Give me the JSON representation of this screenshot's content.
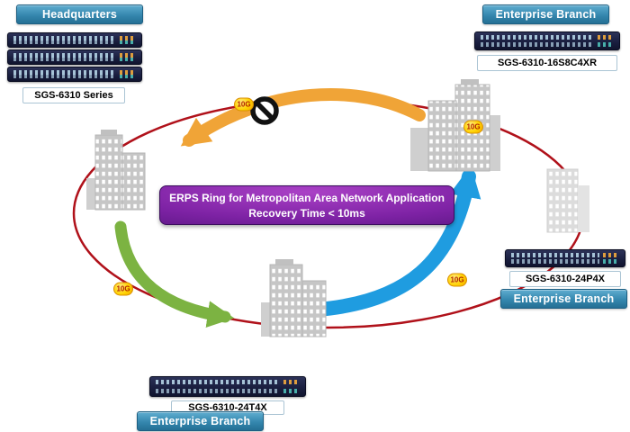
{
  "diagram_title": "ERPS Ring for Metropolitan Area Network Application",
  "banner": {
    "line1": "ERPS Ring for Metropolitan Area Network Application",
    "line2": "Recovery Time < 10ms"
  },
  "nodes": {
    "headquarters": {
      "site_label": "Headquarters",
      "device_label": "SGS-6310 Series"
    },
    "branch_top_right": {
      "site_label": "Enterprise Branch",
      "device_label": "SGS-6310-16S8C4XR"
    },
    "branch_right": {
      "site_label": "Enterprise Branch",
      "device_label": "SGS-6310-24P4X"
    },
    "branch_bottom": {
      "site_label": "Enterprise Branch",
      "device_label": "SGS-6310-24T4X"
    }
  },
  "link_badges": [
    "10G",
    "10G",
    "10G",
    "10G"
  ],
  "icons": {
    "blocked_link": "no-entry-prohibition-circle",
    "ring": "red-ellipse-ring",
    "arrows": [
      "orange-curved-arrow",
      "green-curved-arrow",
      "blue-curved-arrow"
    ]
  },
  "colors": {
    "ring_red": "#b0111a",
    "arrow_orange": "#f0a437",
    "arrow_green": "#7cb342",
    "arrow_blue": "#1f9ce0",
    "banner_purple": "#7d22a4",
    "badge_yellow": "#ffd200",
    "site_label_blue": "#3587ae",
    "switch_navy": "#1a1f40"
  }
}
